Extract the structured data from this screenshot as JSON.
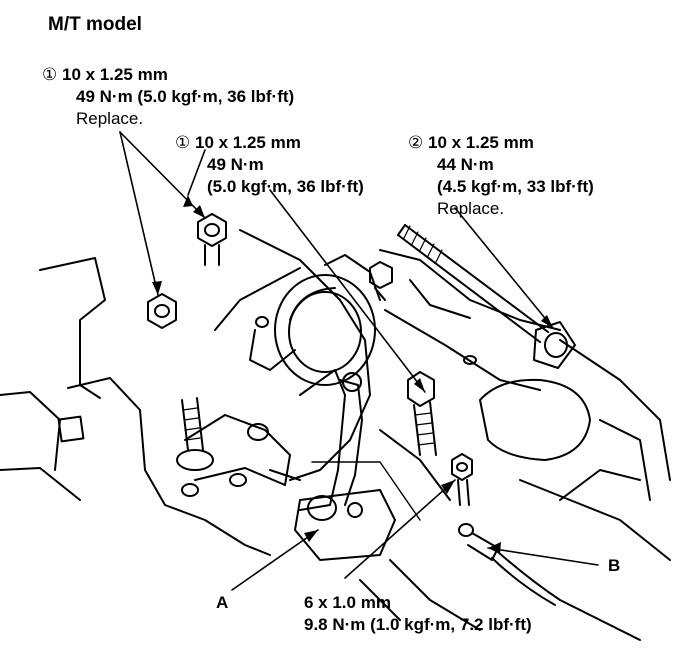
{
  "title": "M/T model",
  "callouts": [
    {
      "marker": "①",
      "size": "10 x 1.25 mm",
      "torque": "49 N·m (5.0 kgf·m, 36 lbf·ft)",
      "note": "Replace."
    },
    {
      "marker": "①",
      "size": "10 x 1.25 mm",
      "torque": "49 N·m",
      "torque_alt": "(5.0 kgf·m, 36 lbf·ft)"
    },
    {
      "marker": "②",
      "size": "10 x 1.25 mm",
      "torque": "44 N·m",
      "torque_alt": "(4.5 kgf·m, 33 lbf·ft)",
      "note": "Replace."
    },
    {
      "size": "6 x 1.0 mm",
      "torque": "9.8 N·m (1.0 kgf·m, 7.2 lbf·ft)"
    }
  ],
  "labels": {
    "a": "A",
    "b": "B"
  }
}
